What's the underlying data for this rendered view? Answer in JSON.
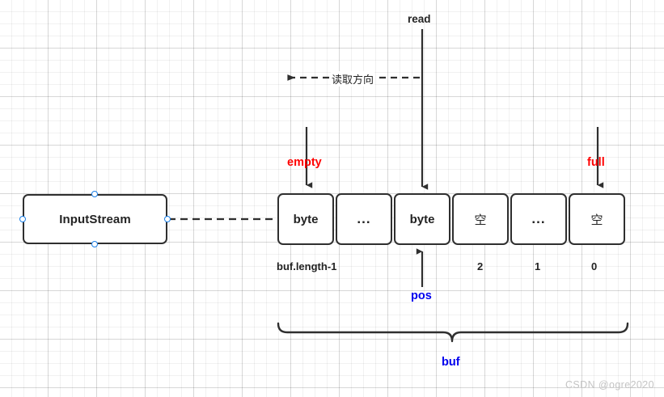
{
  "diagram": {
    "title_watermark": "CSDN @ogre2020",
    "stream_node": {
      "label": "InputStream"
    },
    "buffer_cells": [
      {
        "text": "byte",
        "kind": "byte",
        "index_label": "buf.length-1"
      },
      {
        "text": "...",
        "kind": "dots",
        "index_label": ""
      },
      {
        "text": "byte",
        "kind": "byte",
        "index_label": ""
      },
      {
        "text": "空",
        "kind": "cjk",
        "index_label": "2"
      },
      {
        "text": "...",
        "kind": "dots",
        "index_label": "1"
      },
      {
        "text": "空",
        "kind": "cjk",
        "index_label": "0"
      }
    ],
    "annotations": {
      "read": "read",
      "direction": "读取方向",
      "empty": "empty",
      "full": "full",
      "pos": "pos",
      "buf": "buf"
    },
    "colors": {
      "stroke": "#2f2f2f",
      "handle": "#1a7fe8",
      "marker_red": "#ff0000",
      "marker_blue": "#0000ee",
      "watermark": "#c4c4c4"
    }
  }
}
